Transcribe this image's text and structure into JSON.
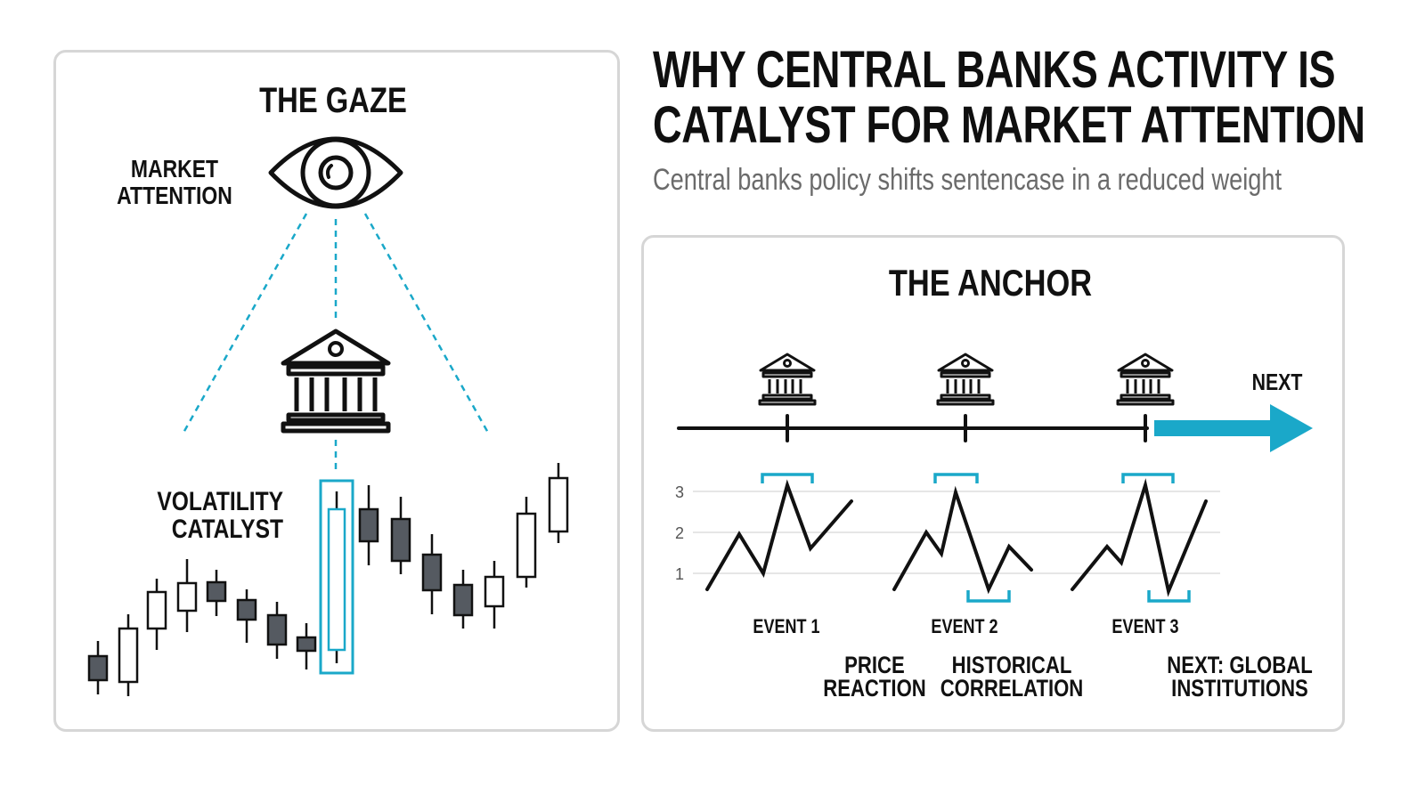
{
  "headline": {
    "line1": "WHY CENTRAL BANKS ACTIVITY IS",
    "line2": "CATALYST FOR MARKET ATTENTION"
  },
  "subtitle": "Central banks policy shifts sentencase in a reduced weight",
  "gaze_panel": {
    "title": "THE GAZE",
    "market_attention": [
      "MARKET",
      "ATTENTION"
    ],
    "volatility_catalyst": [
      "VOLATILITY",
      "CATALYST"
    ],
    "icons": [
      "eye-icon",
      "bank-icon"
    ]
  },
  "anchor_panel": {
    "title": "THE ANCHOR",
    "next_label": "NEXT",
    "events": [
      "EVENT 1",
      "EVENT 2",
      "EVENT 3"
    ],
    "y_ticks": [
      "3",
      "2",
      "1"
    ],
    "footer_labels": [
      [
        "PRICE",
        "REACTION"
      ],
      [
        "HISTORICAL",
        "CORRELATION"
      ],
      [
        "NEXT: GLOBAL",
        "INSTITUTIONS"
      ]
    ]
  },
  "colors": {
    "accent": "#1aa8c9",
    "candle_dark": "#555a61",
    "ink": "#111111",
    "panel_border": "#d6d6d6",
    "subtitle": "#6b6b6b"
  }
}
